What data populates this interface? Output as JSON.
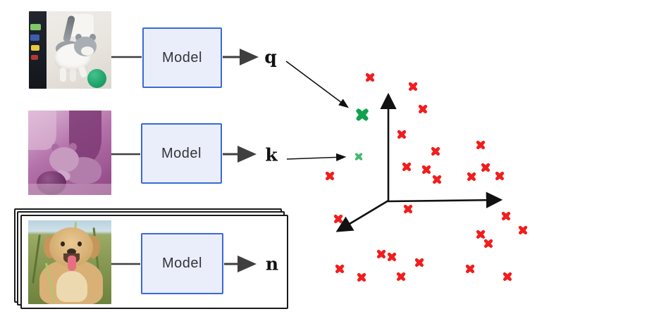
{
  "diagram": {
    "rows": [
      {
        "name": "query",
        "image_caption": "kitten playing with a green ball (original image)",
        "model_label": "Model",
        "output_label": "q"
      },
      {
        "name": "key",
        "image_caption": "same kitten, purple-tinted augmented view",
        "model_label": "Model",
        "output_label": "k"
      },
      {
        "name": "negatives",
        "image_caption": "golden retriever puppy in grass (stack of other images)",
        "model_label": "Model",
        "output_label": "n"
      }
    ]
  },
  "colors": {
    "model_box_fill": "#eaeefb",
    "model_box_border": "#3a6ad4",
    "arrow_gray": "#3f3f3f",
    "axis_black": "#111111",
    "card_border": "#1a1a1a",
    "negative_marker": "#f21d1d",
    "query_marker": "#0fa24d",
    "key_marker": "#41b96e"
  },
  "chart_data": {
    "type": "scatter",
    "title": "",
    "description": "3D embedding space: query embedding q (large green cross) and key embedding k (small green cross) lie close together; negative embeddings n (red crosses) are scattered across the space.",
    "axes": {
      "origin": [
        551,
        286
      ],
      "y_tip": [
        551,
        128
      ],
      "x_tip": [
        717,
        284
      ],
      "z_tip": [
        473,
        332
      ]
    },
    "series": [
      {
        "name": "negative-embeddings",
        "marker": "cross",
        "color": "#f21d1d",
        "size": 15,
        "points": [
          [
            525,
            110
          ],
          [
            586,
            123
          ],
          [
            600,
            155
          ],
          [
            570,
            191
          ],
          [
            618,
            215
          ],
          [
            682,
            206
          ],
          [
            577,
            237
          ],
          [
            605,
            241
          ],
          [
            620,
            255
          ],
          [
            669,
            251
          ],
          [
            689,
            238
          ],
          [
            709,
            250
          ],
          [
            468,
            250
          ],
          [
            579,
            297
          ],
          [
            480,
            311
          ],
          [
            718,
            307
          ],
          [
            742,
            327
          ],
          [
            682,
            333
          ],
          [
            693,
            346
          ],
          [
            541,
            361
          ],
          [
            556,
            365
          ],
          [
            595,
            373
          ],
          [
            482,
            382
          ],
          [
            513,
            394
          ],
          [
            569,
            393
          ],
          [
            667,
            382
          ],
          [
            720,
            393
          ]
        ]
      },
      {
        "name": "query-embedding",
        "marker": "cross",
        "color": "#0fa24d",
        "size": 21,
        "points": [
          [
            514,
            163
          ]
        ]
      },
      {
        "name": "key-embedding",
        "marker": "cross",
        "color": "#41b96e",
        "size": 13,
        "points": [
          [
            509,
            223
          ]
        ]
      }
    ]
  }
}
